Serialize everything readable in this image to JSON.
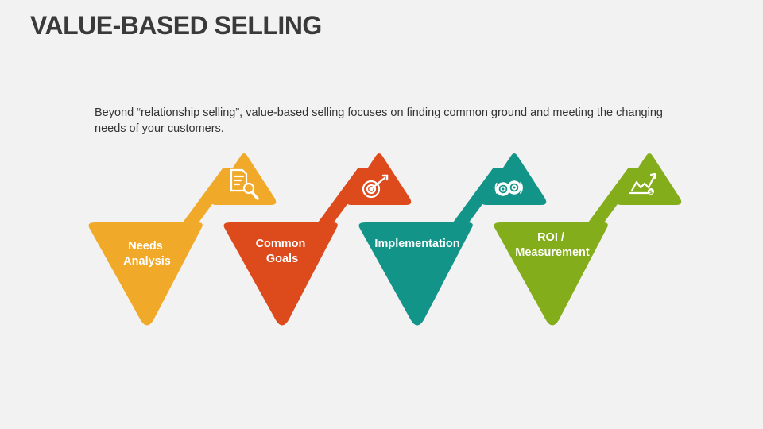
{
  "title": "VALUE-BASED SELLING",
  "description": "Beyond “relationship selling”, value-based selling focuses on finding common ground and meeting the changing needs of your customers.",
  "steps": [
    {
      "lines": [
        "Needs",
        "Analysis"
      ],
      "color": "#f0a928",
      "icon": "document-search-icon"
    },
    {
      "lines": [
        "Common",
        "Goals"
      ],
      "color": "#dd4a1c",
      "icon": "target-dart-icon"
    },
    {
      "lines": [
        "Implementation"
      ],
      "color": "#139488",
      "icon": "gears-icon"
    },
    {
      "lines": [
        "ROI /",
        "Measurement"
      ],
      "color": "#84ad1b",
      "icon": "growth-chart-icon"
    }
  ]
}
